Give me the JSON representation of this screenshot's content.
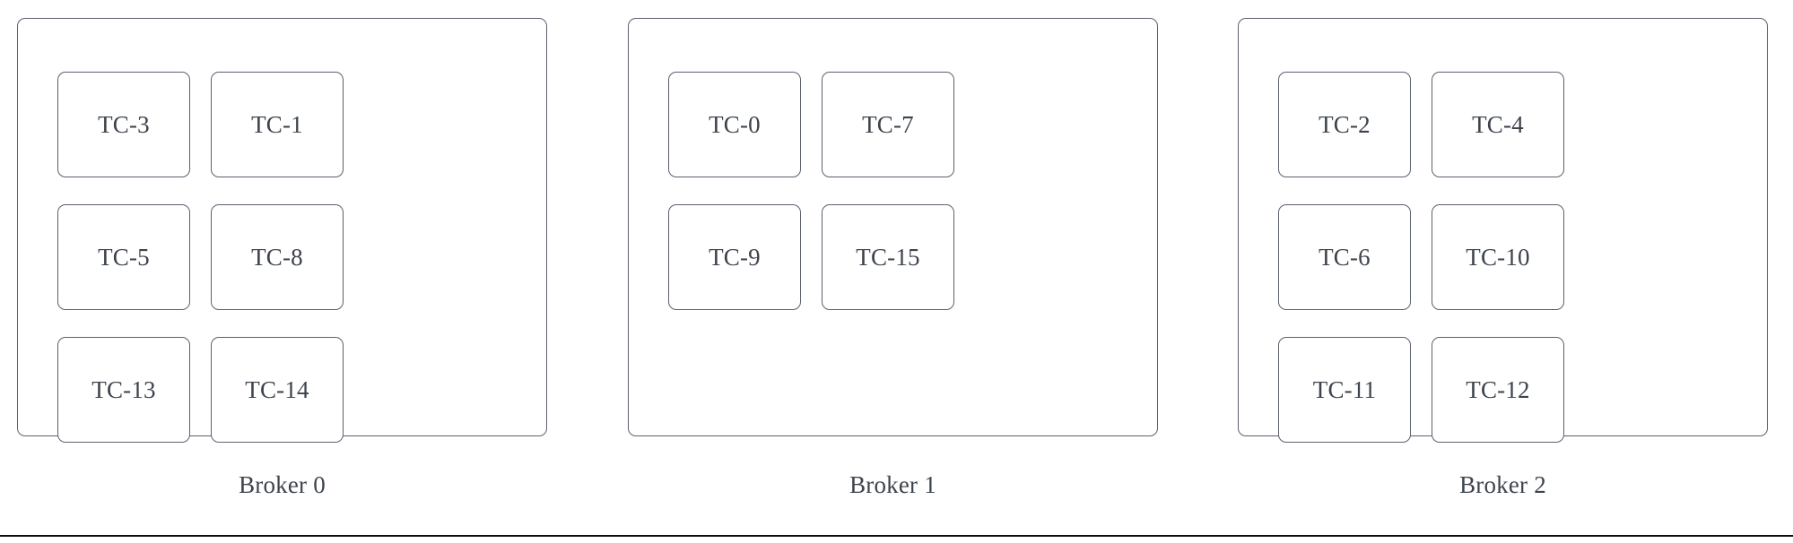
{
  "diagram": {
    "type": "broker-partition-assignment",
    "colors": {
      "box_border": "#5b616e",
      "text": "#3d434c",
      "background": "#ffffff",
      "bottom_rule": "#0b0d10"
    },
    "brokers": [
      {
        "label": "Broker 0",
        "rows": [
          [
            "TC-3",
            "TC-1",
            "TC-5"
          ],
          [
            "TC-8",
            "TC-13",
            "TC-14"
          ]
        ],
        "items": [
          "TC-3",
          "TC-1",
          "TC-5",
          "TC-8",
          "TC-13",
          "TC-14"
        ]
      },
      {
        "label": "Broker 1",
        "rows": [
          [
            "TC-0",
            "TC-7",
            "TC-9"
          ],
          [
            "TC-15"
          ]
        ],
        "items": [
          "TC-0",
          "TC-7",
          "TC-9",
          "TC-15"
        ]
      },
      {
        "label": "Broker 2",
        "rows": [
          [
            "TC-2",
            "TC-4",
            "TC-6"
          ],
          [
            "TC-10",
            "TC-11",
            "TC-12"
          ]
        ],
        "items": [
          "TC-2",
          "TC-4",
          "TC-6",
          "TC-10",
          "TC-11",
          "TC-12"
        ]
      }
    ]
  }
}
